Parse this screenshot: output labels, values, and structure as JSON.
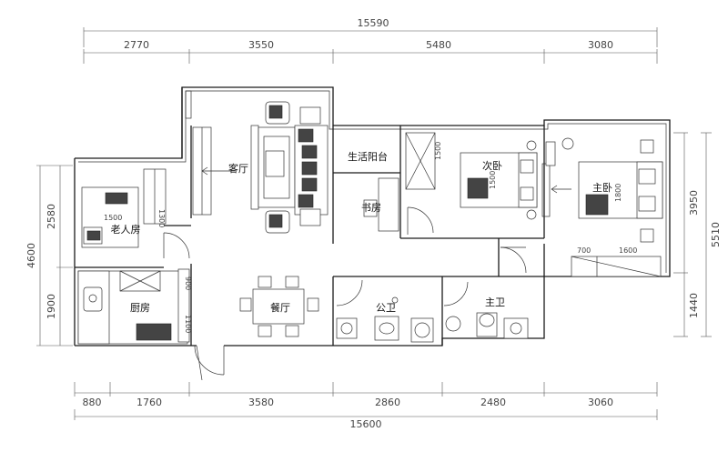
{
  "rooms": {
    "living": "客厅",
    "balcony": "生活阳台",
    "second_bedroom": "次卧",
    "master_bedroom": "主卧",
    "elder_room": "老人房",
    "study": "书房",
    "kitchen": "厨房",
    "dining": "餐厅",
    "public_bath": "公卫",
    "master_bath": "主卫"
  },
  "dimensions": {
    "top_total": "15590",
    "top_segments": [
      "2770",
      "3550",
      "5480",
      "3080"
    ],
    "bottom_total": "15600",
    "bottom_segments": [
      "880",
      "1760",
      "3580",
      "2860",
      "2480",
      "3060"
    ],
    "left_total": "4600",
    "left_segments": [
      "2580",
      "1900"
    ],
    "right_total": "5510",
    "right_segments": [
      "3950",
      "1440"
    ]
  },
  "furniture_labels": {
    "elder_bed": "1500",
    "elder_wardrobe": "1300",
    "second_bed": "1500",
    "second_wardrobe": "1500",
    "master_bed": "1800",
    "master_cab_a": "700",
    "master_cab_b": "1600",
    "kitchen_a": "900",
    "kitchen_b": "1100"
  }
}
